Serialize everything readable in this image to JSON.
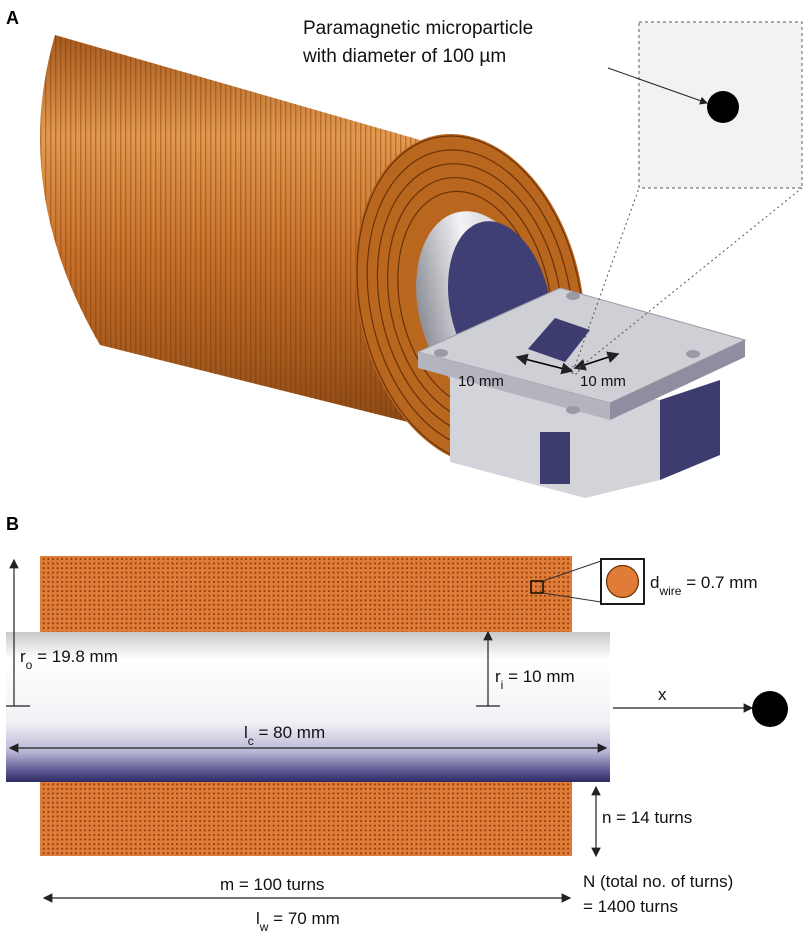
{
  "panel_a": {
    "label": "A",
    "particle_caption_line1": "Paramagnetic microparticle",
    "particle_caption_line2": "with diameter of 100 µm",
    "dim_left": "10 mm",
    "dim_right": "10 mm"
  },
  "panel_b": {
    "label": "B",
    "r_o": {
      "sym": "r",
      "sub": "o",
      "rest": " = 19.8 mm"
    },
    "r_i": {
      "sym": "r",
      "sub": "i",
      "rest": " = 10 mm"
    },
    "l_c": {
      "sym": "l",
      "sub": "c",
      "rest": " = 80 mm"
    },
    "d_wire": {
      "sym": "d",
      "sub": "wire",
      "rest": " = 0.7 mm"
    },
    "x_label": "x",
    "n_turns": "n = 14 turns",
    "m_turns": "m = 100 turns",
    "l_w": {
      "sym": "l",
      "sub": "w",
      "rest": " = 70 mm"
    },
    "total_line1": "N (total no. of turns)",
    "total_line2": "= 1400 turns"
  },
  "colors": {
    "copper": "#c8702a",
    "copper_dark": "#7a3a0c",
    "holder_top": "#cfcfd6",
    "holder_dark": "#3c3c6e",
    "core_light": "#ffffff",
    "core_dark": "#3a3570"
  }
}
